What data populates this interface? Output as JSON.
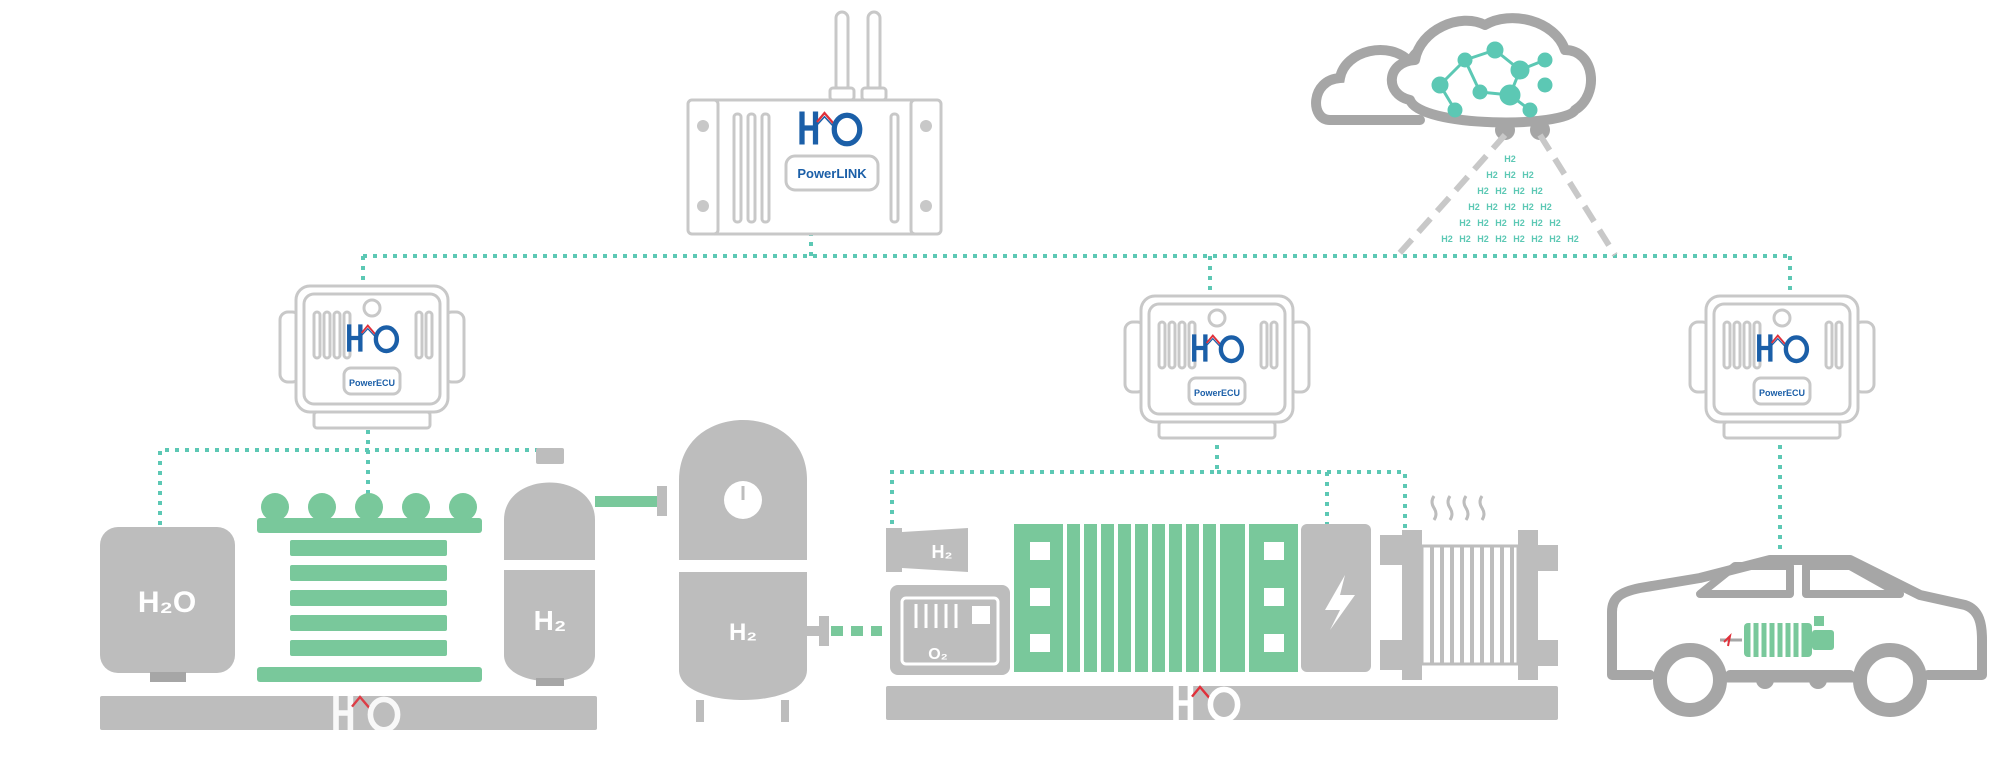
{
  "colors": {
    "gray": "#bdbdbd",
    "gray_dark": "#a6a6a6",
    "outline": "#c8c8c8",
    "green": "#79c89b",
    "teal": "#5cc8b4",
    "brand_blue": "#1b5fa8",
    "brand_red": "#e0303a"
  },
  "brand": {
    "wordmark": "HO"
  },
  "gateway": {
    "label": "PowerLINK"
  },
  "ecus": [
    {
      "label": "PowerECU"
    },
    {
      "label": "PowerECU"
    },
    {
      "label": "PowerECU"
    }
  ],
  "equipment": {
    "water_tank": "H₂O",
    "h2_cylinder": "H₂",
    "h2_storage_tank": "H₂",
    "compressor": "H₂",
    "oxygen_unit": "O₂"
  },
  "cloud": {
    "h2_label": "H2",
    "h2_rows": [
      1,
      3,
      4,
      5,
      6,
      8
    ]
  }
}
